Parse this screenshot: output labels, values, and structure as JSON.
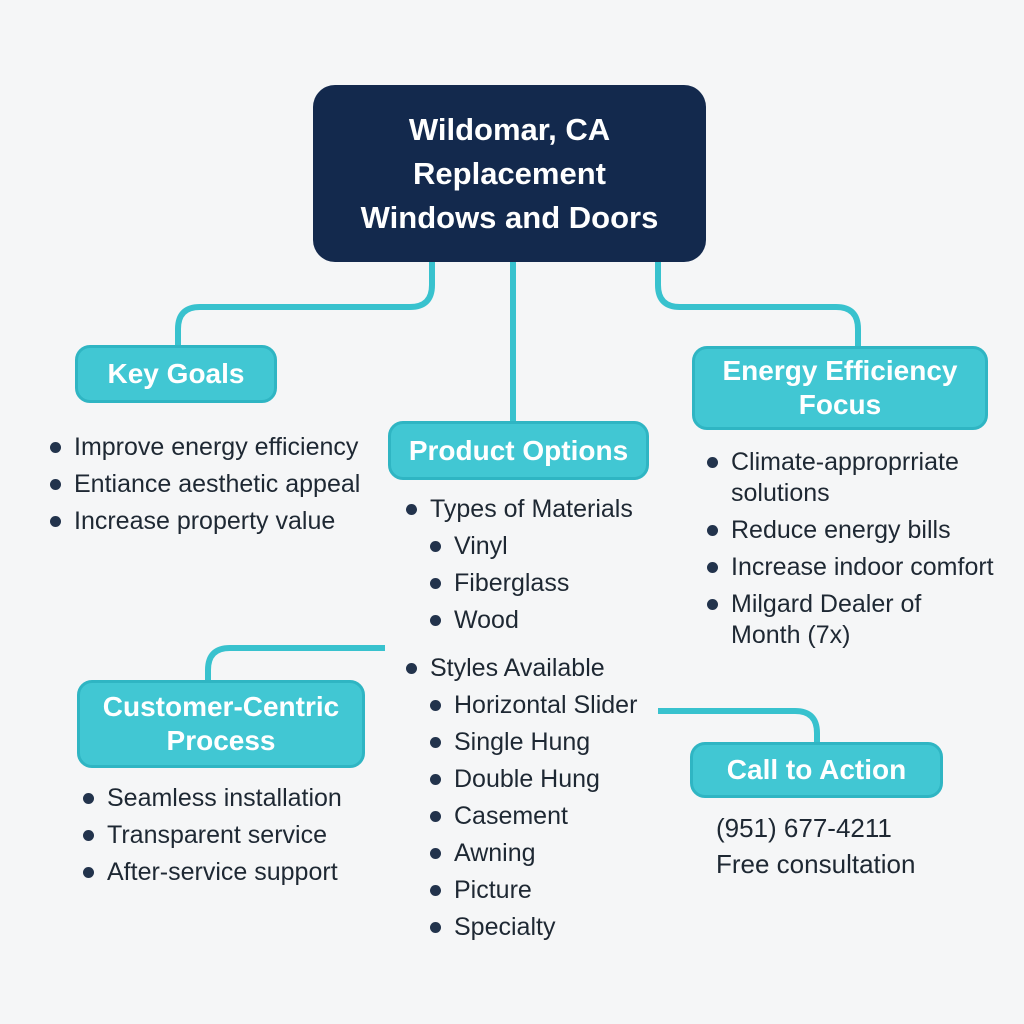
{
  "colors": {
    "background": "#f5f6f7",
    "title_box": "#13294d",
    "node_fill": "#41c7d3",
    "node_border": "#2fb5c3",
    "connector": "#38c2ce",
    "header_text": "#ffffff",
    "body_text": "#1e2833",
    "bullet_dot": "#22334c"
  },
  "title": {
    "line1": "Wildomar, CA",
    "line2": "Replacement",
    "line3": "Windows and Doors"
  },
  "key_goals": {
    "label": "Key Goals",
    "items": [
      "Improve energy efficiency",
      "Entiance aesthetic appeal",
      "Increase property value"
    ]
  },
  "product_options": {
    "label": "Product Options",
    "group1": {
      "label": "Types of Materials",
      "items": [
        "Vinyl",
        "Fiberglass",
        "Wood"
      ]
    },
    "group2": {
      "label": "Styles Available",
      "items": [
        "Horizontal Slider",
        "Single Hung",
        "Double Hung",
        "Casement",
        "Awning",
        "Picture",
        "Specialty"
      ]
    }
  },
  "energy_focus": {
    "label_line1": "Energy Efficiency",
    "label_line2": "Focus",
    "items": [
      {
        "line1": "Climate-approprriate",
        "line2": "solutions"
      },
      {
        "line1": "Reduce energy bills"
      },
      {
        "line1": "Increase indoor comfort"
      },
      {
        "line1": "Milgard Dealer of",
        "line2": "Month (7x)"
      }
    ]
  },
  "customer_process": {
    "label_line1": "Customer-Centric",
    "label_line2": "Process",
    "items": [
      "Seamless installation",
      "Transparent service",
      "After-service support"
    ]
  },
  "call_to_action": {
    "label": "Call to Action",
    "phone": "(951) 677-4211",
    "note": "Free consultation"
  }
}
